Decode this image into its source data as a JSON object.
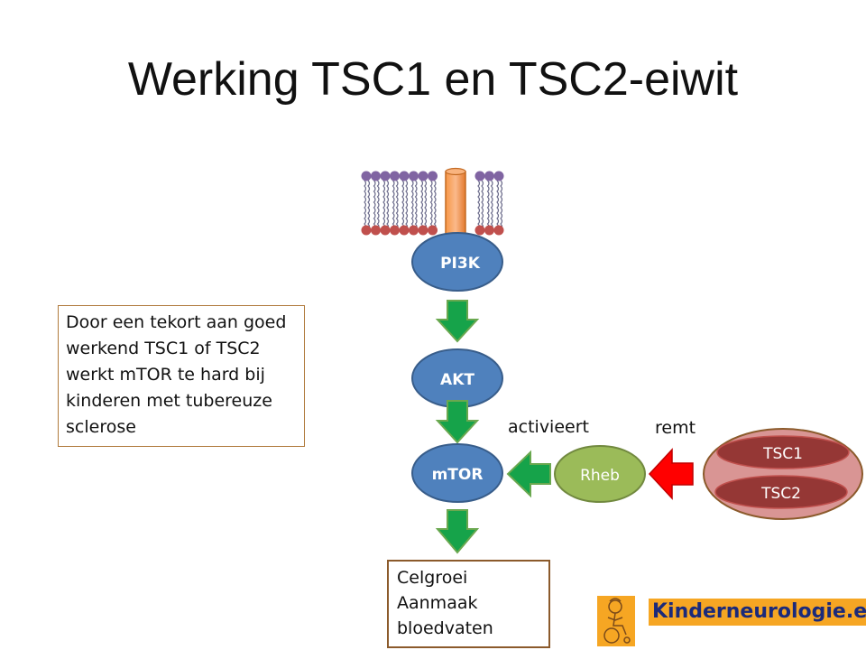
{
  "title": "Werking TSC1 en TSC2-eiwit",
  "note": [
    "Door een tekort aan goed",
    "werkend TSC1 of TSC2",
    "werkt mTOR te hard bij",
    "kinderen met tubereuze",
    "sclerose"
  ],
  "nodes": {
    "pi3k": "PI3K",
    "akt": "AKT",
    "mtor": "mTOR",
    "rheb": "Rheb",
    "tsc1": "TSC1",
    "tsc2": "TSC2"
  },
  "labels": {
    "activates": "activieert",
    "inhibits": "remt"
  },
  "output": [
    "Celgroei",
    "Aanmaak",
    "bloedvaten"
  ],
  "logo": {
    "text": "Kinderneurologie.eu"
  },
  "colors": {
    "node_blue": "#4f81bd",
    "rheb_green": "#9bbb59",
    "arrow_green": "#16a34a",
    "arrow_red": "#ff0000",
    "tsc_outer": "#d99594",
    "tsc_inner": "#953735",
    "receptor_orange": "#f79646",
    "lipid_purple": "#8064a2",
    "lipid_red": "#c0504d",
    "logo_orange": "#f6a623"
  }
}
